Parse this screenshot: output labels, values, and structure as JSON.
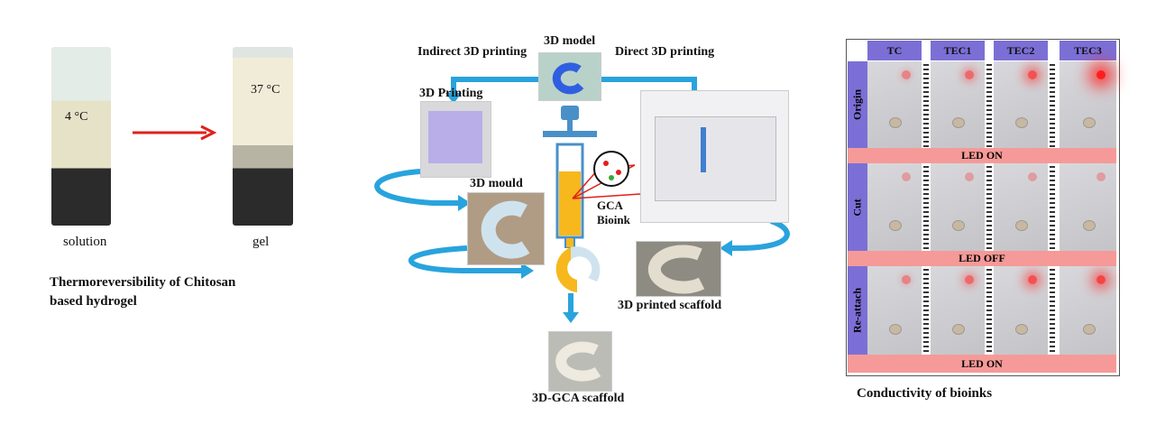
{
  "left_panel": {
    "vial_cold_temp": "4 °C",
    "vial_warm_temp": "37 °C",
    "vial_cold_label": "solution",
    "vial_warm_label": "gel",
    "caption_line1": "Thermoreversibility of Chitosan",
    "caption_line2": "based hydrogel"
  },
  "middle_panel": {
    "model_label": "3D model",
    "indirect_label": "Indirect 3D printing",
    "direct_label": "Direct 3D printing",
    "printing_label": "3D Printing",
    "mould_label": "3D mould",
    "bioink_line1": "GCA",
    "bioink_line2": "Bioink",
    "printed_scaffold_label": "3D printed scaffold",
    "gca_scaffold_label": "3D-GCA scaffold",
    "colors": {
      "arrow": "#29a3dd",
      "bioink": "#f6b81c",
      "syringe": "#4a90c8"
    }
  },
  "right_panel": {
    "columns": [
      "TC",
      "TEC1",
      "TEC2",
      "TEC3"
    ],
    "rows": [
      {
        "label": "Origin",
        "status": "LED ON"
      },
      {
        "label": "Cut",
        "status": "LED OFF"
      },
      {
        "label": "Re-attach",
        "status": "LED ON"
      }
    ],
    "caption": "Conductivity of bioinks",
    "colors": {
      "header": "#7b6fd6",
      "status_bar": "#f59a98"
    }
  }
}
